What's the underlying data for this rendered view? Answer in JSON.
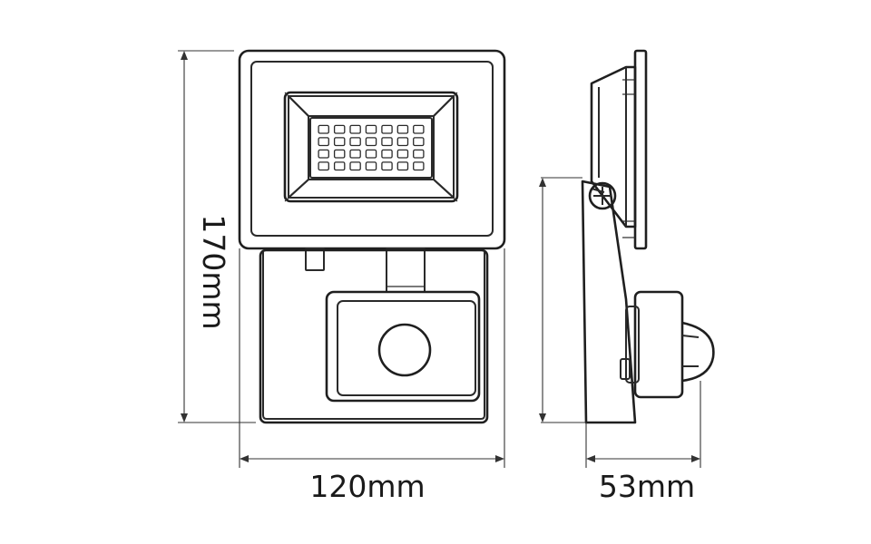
{
  "dimensions": {
    "height_label": "170mm",
    "width_label": "120mm",
    "depth_label": "53mm"
  },
  "led_grid": {
    "rows": 4,
    "cols": 7
  }
}
